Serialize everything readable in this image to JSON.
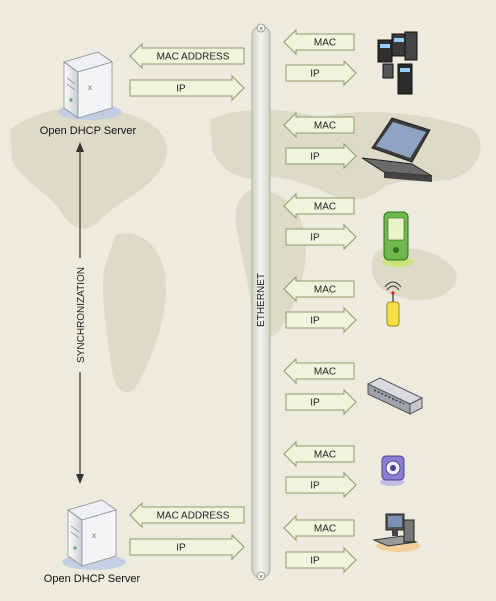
{
  "servers": [
    {
      "name": "Open DHCP Server",
      "request_label": "MAC ADDRESS",
      "reply_label": "IP"
    },
    {
      "name": "Open DHCP Server",
      "request_label": "MAC ADDRESS",
      "reply_label": "IP"
    }
  ],
  "sync_label": "SYNCHRONIZATION",
  "bus_label": "ETHERNET",
  "clients": [
    {
      "device": "server-rack-icon",
      "request_label": "MAC",
      "reply_label": "IP"
    },
    {
      "device": "laptop-icon",
      "request_label": "MAC",
      "reply_label": "IP"
    },
    {
      "device": "pda-icon",
      "request_label": "MAC",
      "reply_label": "IP"
    },
    {
      "device": "wireless-access-point-icon",
      "request_label": "MAC",
      "reply_label": "IP"
    },
    {
      "device": "network-switch-icon",
      "request_label": "MAC",
      "reply_label": "IP"
    },
    {
      "device": "webcam-icon",
      "request_label": "MAC",
      "reply_label": "IP"
    },
    {
      "device": "desktop-pc-icon",
      "request_label": "MAC",
      "reply_label": "IP"
    }
  ],
  "colors": {
    "background": "#ecebdd",
    "map": "#dcdac6",
    "arrow_fill": "#f1f4dc",
    "arrow_stroke": "#8e9a6e",
    "bus_fill": "#e8eae0"
  }
}
